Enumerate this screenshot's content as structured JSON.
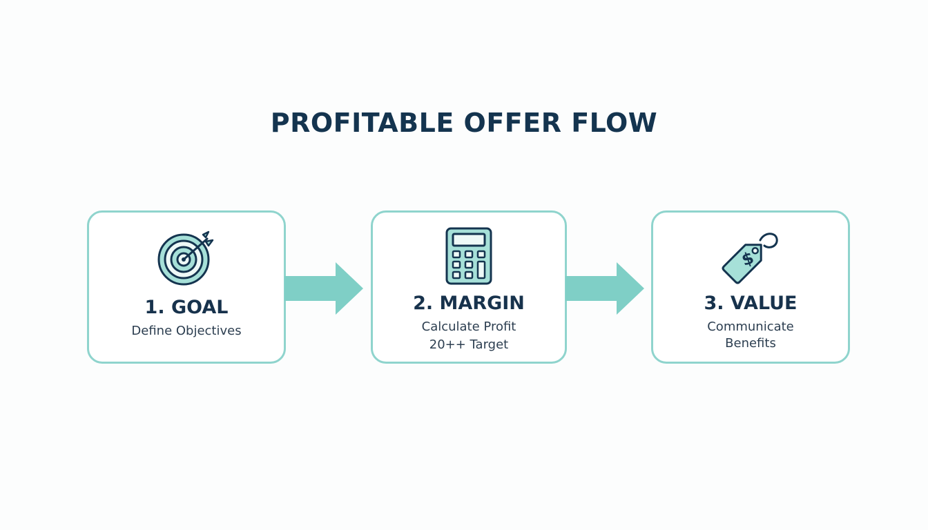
{
  "title": "PROFITABLE OFFER FLOW",
  "colors": {
    "accent": "#7fcfc6",
    "border": "#8fd4cd",
    "icon_fill": "#a6e0d8",
    "dark": "#14344f"
  },
  "steps": [
    {
      "icon": "target-icon",
      "heading": "1. GOAL",
      "lines": [
        "Define Objectives"
      ]
    },
    {
      "icon": "calculator-icon",
      "heading": "2. MARGIN",
      "lines": [
        "Calculate Profit",
        "20++ Target"
      ]
    },
    {
      "icon": "price-tag-icon",
      "heading": "3. VALUE",
      "lines": [
        "Communicate",
        "Benefits"
      ]
    }
  ]
}
